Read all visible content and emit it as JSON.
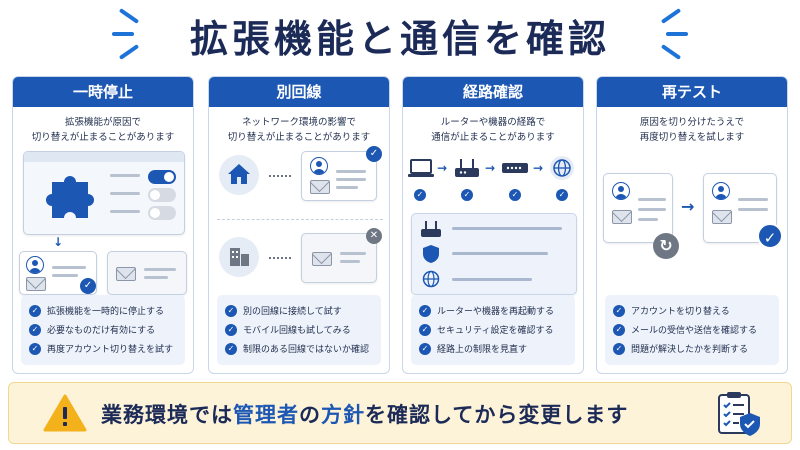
{
  "title": "拡張機能と通信を確認",
  "panels": [
    {
      "heading": "一時停止",
      "desc_line1": "拡張機能が原因で",
      "desc_line2": "切り替えが止まることがあります",
      "checks": [
        "拡張機能を一時的に停止する",
        "必要なものだけ有効にする",
        "再度アカウント切り替えを試す"
      ]
    },
    {
      "heading": "別回線",
      "desc_line1": "ネットワーク環境の影響で",
      "desc_line2": "切り替えが止まることがあります",
      "checks": [
        "別の回線に接続して試す",
        "モバイル回線も試してみる",
        "制限のある回線ではないか確認"
      ]
    },
    {
      "heading": "経路確認",
      "desc_line1": "ルーターや機器の経路で",
      "desc_line2": "通信が止まることがあります",
      "checks": [
        "ルーターや機器を再起動する",
        "セキュリティ設定を確認する",
        "経路上の制限を見直す"
      ]
    },
    {
      "heading": "再テスト",
      "desc_line1": "原因を切り分けたうえで",
      "desc_line2": "再度切り替えを試します",
      "checks": [
        "アカウントを切り替える",
        "メールの受信や送信を確認する",
        "問題が解決したかを判断する"
      ]
    }
  ],
  "banner": {
    "part1": "業務環境では",
    "highlight1": "管理者",
    "part2": "の",
    "highlight2": "方針",
    "part3": "を確認してから変更します"
  },
  "icons": {
    "check": "✓",
    "close": "✕",
    "warning": "!",
    "arrow_right": "→",
    "arrow_down": "↓",
    "refresh": "↻"
  },
  "colors": {
    "primary": "#1c57b3",
    "navy": "#1b2a57",
    "banner_bg": "#fdf3d8",
    "warning": "#f3b21b"
  }
}
